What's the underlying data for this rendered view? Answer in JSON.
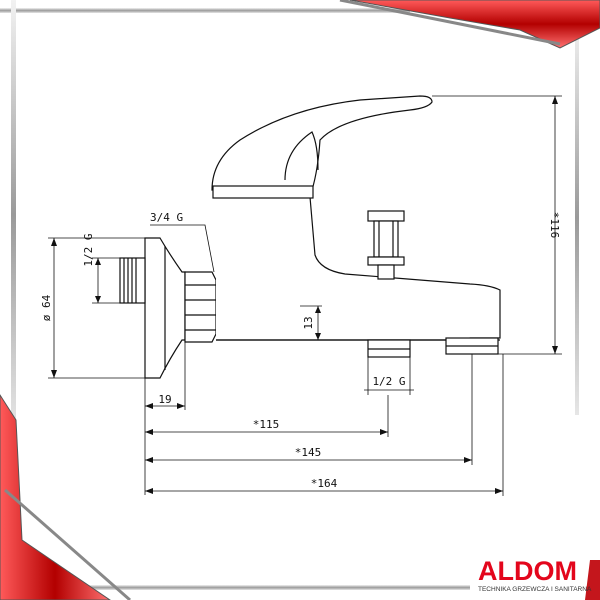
{
  "dimensions": {
    "outlet_thread": "1/2 G",
    "diameter": "ø 64",
    "inlet_thread": "3/4 G",
    "height_13": "13",
    "bottom_thread": "1/2 G",
    "depth_19": "19",
    "length_115": "*115",
    "length_145": "*145",
    "length_164": "*164",
    "height_116": "*116"
  },
  "brand": {
    "name": "ALDOM",
    "tagline": "TECHNIKA GRZEWCZA I SANITARNA"
  },
  "colors": {
    "frame_gray": "#8a8a8a",
    "frame_red": "#c4161c",
    "brand_red": "#e3061c",
    "line": "#111111"
  }
}
